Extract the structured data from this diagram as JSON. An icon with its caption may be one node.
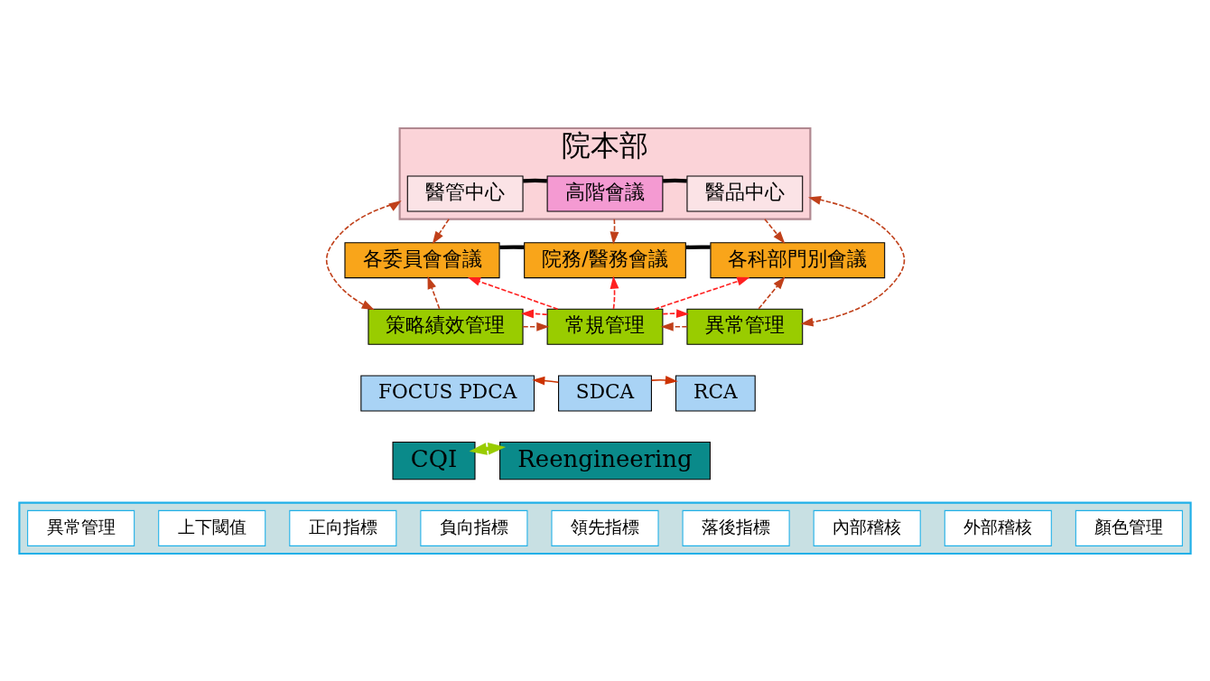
{
  "diagram": {
    "nodes": [
      {
        "text": [
          "院本部"
        ]
      },
      {
        "text": [
          "醫管中心"
        ],
        "in": 0
      },
      {
        "text": [
          "高階會議"
        ],
        "in": 0
      },
      {
        "text": [
          "醫品中心"
        ],
        "in": 0
      },
      {
        "text": [
          "各委員會會議"
        ]
      },
      {
        "text": [
          "院務/醫務會議"
        ]
      },
      {
        "text": [
          "各科部門別會議"
        ]
      },
      {
        "text": [
          "策略績效管理"
        ]
      },
      {
        "text": [
          "常規管理"
        ]
      },
      {
        "text": [
          "異常管理"
        ]
      },
      {
        "text": [
          "FOCUS PDCA"
        ]
      },
      {
        "text": [
          "SDCA"
        ]
      },
      {
        "text": [
          "RCA"
        ]
      },
      {
        "text": [
          "CQI"
        ]
      },
      {
        "text": [
          "Reengineering"
        ]
      },
      {
        "text": [],
        "shape": "box"
      },
      {
        "text": [
          "異常管理"
        ],
        "in": 15
      },
      {
        "text": [
          "上下閾值"
        ],
        "in": 15
      },
      {
        "text": [
          "正向指標"
        ],
        "in": 15
      },
      {
        "text": [
          "負向指標"
        ],
        "in": 15
      },
      {
        "text": [
          "領先指標"
        ],
        "in": 15
      },
      {
        "text": [
          "落後指標"
        ],
        "in": 15
      },
      {
        "text": [
          "內部稽核"
        ],
        "in": 15
      },
      {
        "text": [
          "外部稽核"
        ],
        "in": 15
      },
      {
        "text": [
          "顏色管理"
        ],
        "in": 15
      }
    ],
    "edges": [
      {
        "from": 1,
        "to": 2,
        "arrow": "none",
        "style": "thick",
        "color": "#000000"
      },
      {
        "from": 2,
        "to": 3,
        "arrow": "none",
        "style": "thick",
        "color": "#000000"
      },
      {
        "from": 4,
        "to": 5,
        "arrow": "none",
        "style": "thick",
        "color": "#000000"
      },
      {
        "from": 5,
        "to": 6,
        "arrow": "none",
        "style": "thick",
        "color": "#000000"
      },
      {
        "from": 0,
        "to": 4,
        "arrow": "to",
        "style": "dashed"
      },
      {
        "from": 0,
        "to": 5,
        "arrow": "to",
        "style": "dashed"
      },
      {
        "from": 0,
        "to": 6,
        "arrow": "to",
        "style": "dashed"
      },
      {
        "from": 0,
        "to": 7,
        "arrow": "both",
        "style": "dashed"
      },
      {
        "from": 0,
        "to": 9,
        "arrow": "both",
        "style": "dashed"
      },
      {
        "from": 7,
        "to": 4,
        "arrow": "to",
        "style": "dashed"
      },
      {
        "from": 7,
        "to": 8,
        "arrow": "to",
        "style": "dashed"
      },
      {
        "from": 9,
        "to": 8,
        "arrow": "to",
        "style": "dashed"
      },
      {
        "from": 9,
        "to": 6,
        "arrow": "to",
        "style": "dashed"
      },
      {
        "from": 8,
        "to": 4,
        "arrow": "to",
        "style": "dashed",
        "color": "#ff2020"
      },
      {
        "from": 8,
        "to": 5,
        "arrow": "to",
        "style": "dashed",
        "color": "#ff2020"
      },
      {
        "from": 8,
        "to": 6,
        "arrow": "to",
        "style": "dashed",
        "color": "#ff2020"
      },
      {
        "from": 8,
        "to": 7,
        "arrow": "to",
        "style": "dashed",
        "color": "#ff2020"
      },
      {
        "from": 8,
        "to": 9,
        "arrow": "to",
        "style": "dashed",
        "color": "#ff2020"
      },
      {
        "from": 11,
        "to": 10,
        "arrow": "to",
        "color": "#cc3300"
      },
      {
        "from": 11,
        "to": 12,
        "arrow": "to",
        "color": "#cc3300"
      },
      {
        "from": 13,
        "to": 14,
        "arrow": "both",
        "style": "thick",
        "color": "#99cc00"
      }
    ]
  }
}
